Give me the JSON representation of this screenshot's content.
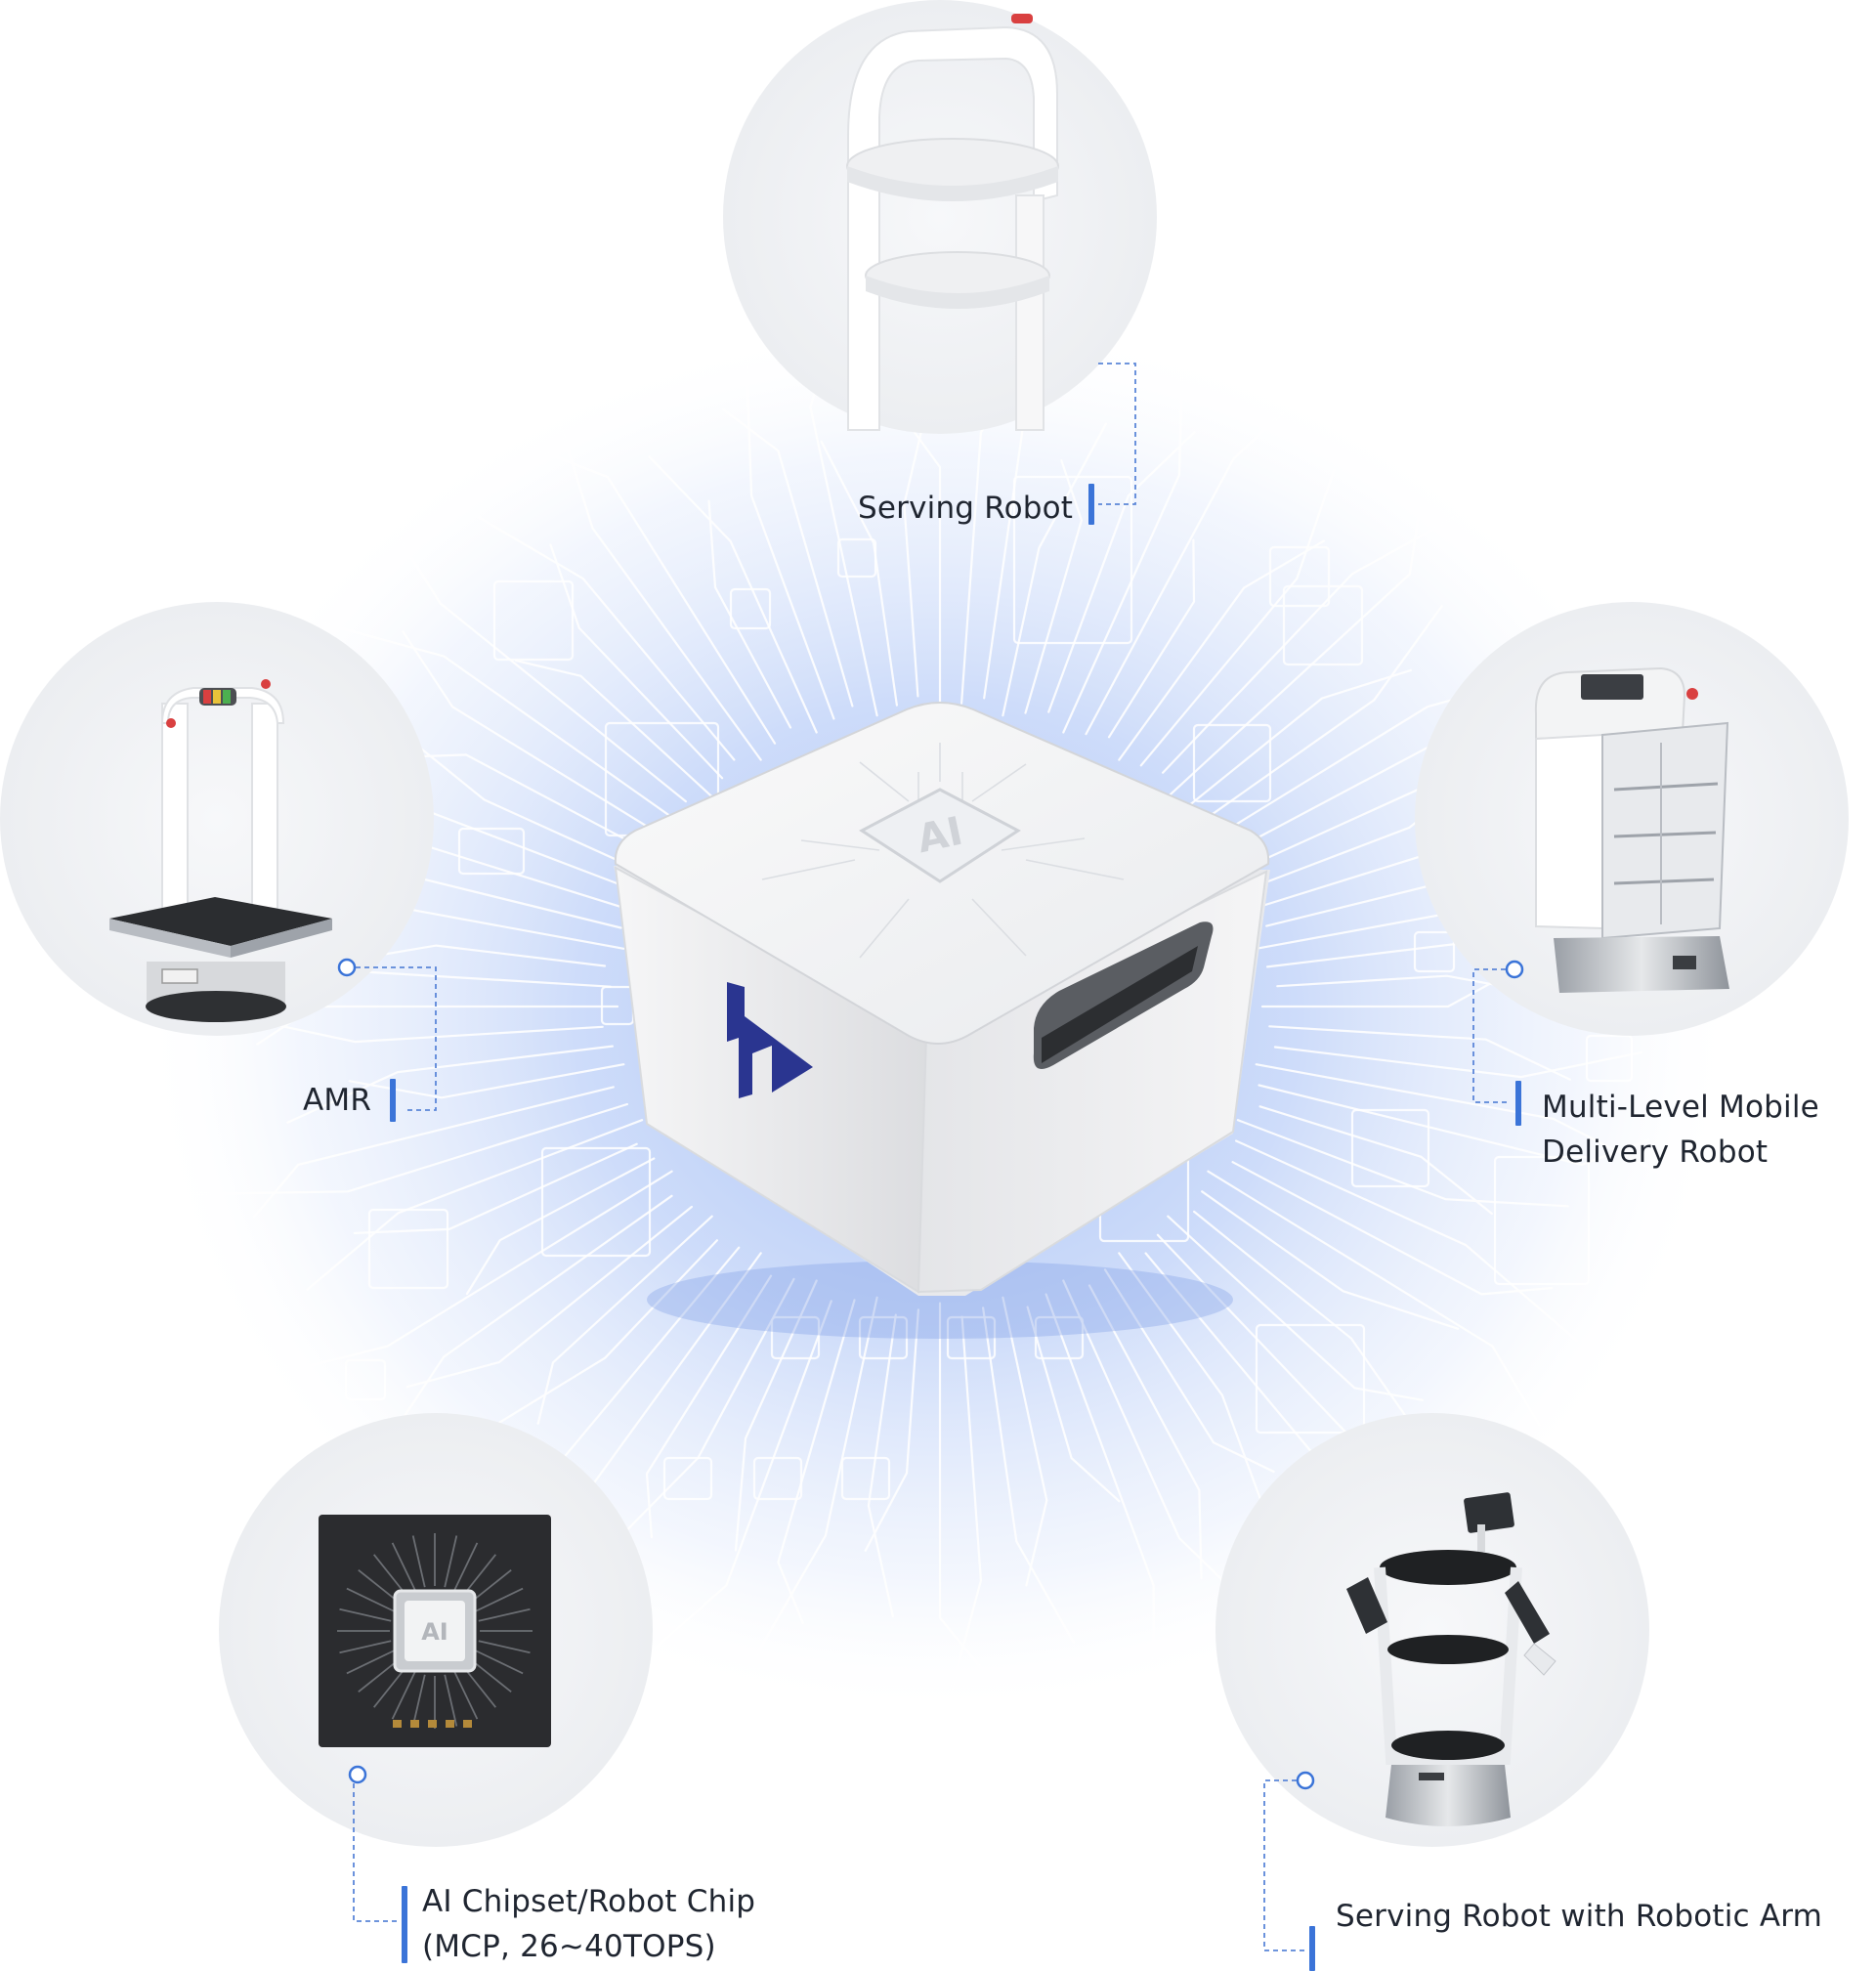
{
  "device": {
    "name": "ai-edge-box",
    "chip_text": "AI",
    "brand_color": "#2a3590"
  },
  "nodes": [
    {
      "id": "serving",
      "label_lines": [
        "Serving Robot"
      ],
      "icon": "serving-robot-icon"
    },
    {
      "id": "multilevel",
      "label_lines": [
        "Multi-Level Mobile",
        "Delivery Robot"
      ],
      "icon": "multi-level-delivery-robot-icon"
    },
    {
      "id": "arm",
      "label_lines": [
        "Serving Robot with Robotic Arm"
      ],
      "icon": "serving-robot-robotic-arm-icon"
    },
    {
      "id": "chip",
      "label_lines": [
        "AI Chipset/Robot Chip",
        "(MCP, 26~40TOPS)"
      ],
      "icon": "ai-chipset-icon",
      "chip_text": "AI"
    },
    {
      "id": "amr",
      "label_lines": [
        "AMR"
      ],
      "icon": "amr-robot-icon"
    }
  ],
  "colors": {
    "accent": "#3b74d8",
    "glow": "#b9cdf7",
    "text": "#1f2530",
    "circle": "#f1f2f4"
  }
}
